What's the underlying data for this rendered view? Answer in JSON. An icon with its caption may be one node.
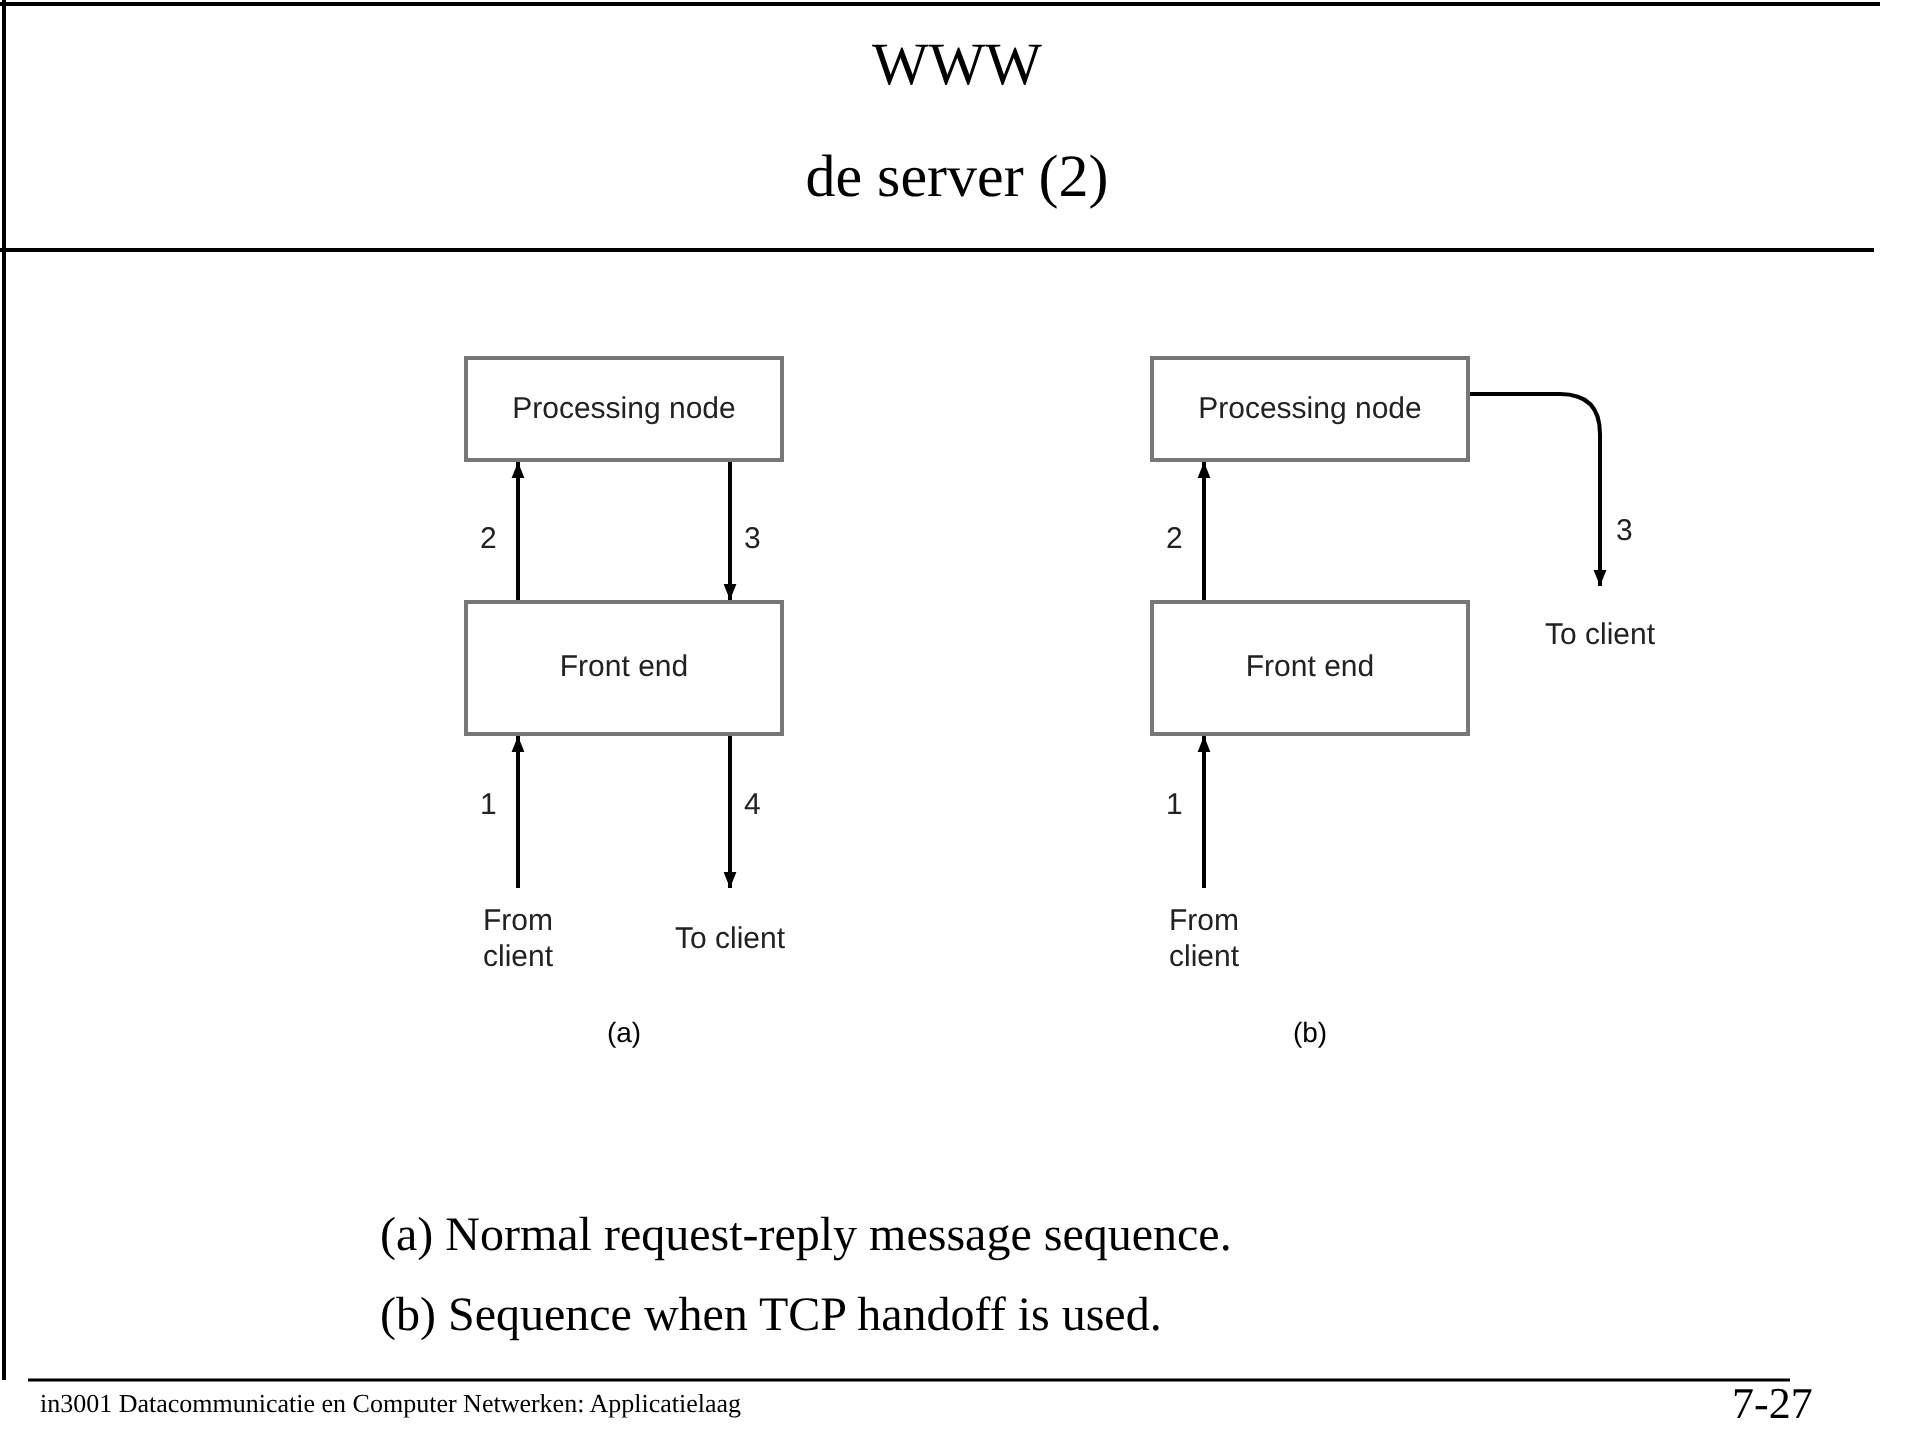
{
  "diagram": {
    "title": "WWW",
    "nodes": [
      {
        "text": [
          "Processing node"
        ]
      },
      {
        "text": [
          "Front end"
        ]
      },
      {
        "text": [
          "From client"
        ]
      },
      {
        "text": [
          "To client"
        ]
      },
      {
        "text": [
          "Processing node"
        ]
      },
      {
        "text": [
          "Front end"
        ]
      },
      {
        "text": [
          "From client"
        ]
      },
      {
        "text": [
          "To client"
        ]
      }
    ],
    "edges": [
      {
        "from": 2,
        "to": 1,
        "arrow": "to",
        "label": "1"
      },
      {
        "from": 1,
        "to": 0,
        "arrow": "to",
        "label": "2"
      },
      {
        "from": 0,
        "to": 1,
        "arrow": "to",
        "label": "3"
      },
      {
        "from": 1,
        "to": 3,
        "arrow": "to",
        "label": "4"
      },
      {
        "from": 6,
        "to": 5,
        "arrow": "to",
        "label": "1"
      },
      {
        "from": 5,
        "to": 4,
        "arrow": "to",
        "label": "2"
      },
      {
        "from": 4,
        "to": 7,
        "arrow": "to",
        "label": "3"
      }
    ],
    "labels": [
      "de server (2)",
      "(a)",
      "(b)",
      "(a) Normal request-reply message sequence.",
      "(b) Sequence when TCP handoff is used.",
      "in3001 Datacommunicatie en Computer Netwerken: Applicatielaag",
      "7-27"
    ]
  }
}
